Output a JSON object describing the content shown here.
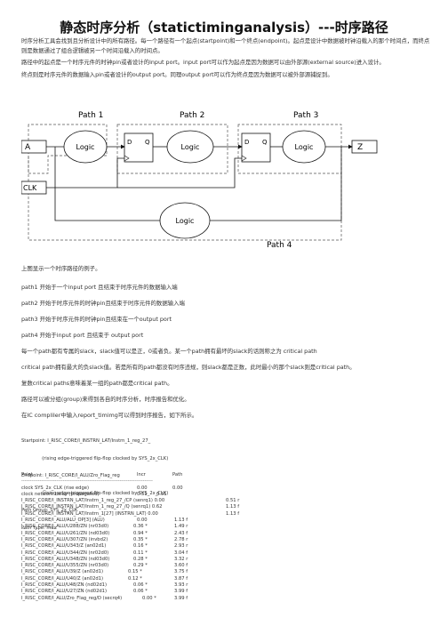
{
  "title": "静态时序分析（statictiminganalysis）---时序路径",
  "intro": "时序分析工具会找到且分析设计中的所有路径。每一个路径有一个起点(startpoint)和一个终点(endpoint)。起点是设计中数据被时钟沿载入的那个时间点，而终点则是数据通过了组合逻辑被另一个时间沿载入的时间点。",
  "para1": "路径中的起点是一个时序元件的时钟pin或者设计的input port。input port可以作为起点是因为数据可以由外部源(external source)进入设计。",
  "para2": "终点则是时序元件的数据输入pin或者设计的output port。同理output port可以作为终点是因为数据可以被外部源捕捉到。",
  "diagram": {
    "path_labels": [
      "Path 1",
      "Path 2",
      "Path 3",
      "Path 4"
    ],
    "port_a": "A",
    "port_z": "Z",
    "clk": "CLK",
    "logic": "Logic",
    "ff_d": "D",
    "ff_q": "Q"
  },
  "caption": "上图显示一个时序路径的例子。",
  "bullets": [
    "path1 开始于一个input port 且结束于时序元件的数据输入端",
    "path2 开始于时序元件的时钟pin且结束于时序元件的数据输入端",
    "path3 开始于时序元件的时钟pin且结束在一个output port",
    "path4 开始于input port 且结束于 output port"
  ],
  "para3": "每一个path都有专属的slack，slack值可以是正，0或者负。某一个path拥有最坏的slack的话则称之为 critical path",
  "para4": "critical path拥有最大的负slack值。若是所有的path都没有时序违规，则slack都是正数，此时最小的那个slack则是critical path。",
  "para5": "复数critical paths意味着某一组的path都是critical path。",
  "para6": "路径可以被分组(group)来得到各自的时序分析，时序报告和优化。",
  "para7": "在IC compliler中输入report_timimg可以得到时序报告，如下所示。",
  "report_header": [
    "Startpoint: I_RISC_CORE/I_INSTRN_LAT/Instrn_1_reg_27_",
    "              (rising edge-triggered flip-flop clocked by SYS_2x_CLK)",
    "Endpoint: I_RISC_CORE/I_ALU/Zro_Flag_reg",
    "              (rising edge-triggered flip-flop clocked by SYS_2x_CLK)",
    "Path Group: SYS_2x_CLK",
    "Path Type: max"
  ],
  "table_head": {
    "point": "Point",
    "incr": "Incr",
    "path": "Path"
  },
  "rule": "-------------------------------------------------------------------------------",
  "rows": [
    [
      "clock SYS_2x_CLK (rise edge)",
      "0.00",
      "0.00"
    ],
    [
      "clock network delay (propagated)",
      "0.51",
      "0.51"
    ],
    [
      "I_RISC_CORE/I_INSTRN_LAT/Instrn_1_reg_27_/CP (senrq1) 0.00",
      "",
      "0.51 r"
    ],
    [
      "I_RISC_CORE/I_INSTRN_LAT/Instrn_1_reg_27_/Q (senrq1)  0.62",
      "",
      "1.13 f"
    ],
    [
      "I_RISC_CORE/I_INSTRN_LAT/Instrn_1[27] (INSTRN_LAT)   0.00",
      "",
      "1.13 f"
    ],
    [
      "I_RISC_CORE/I_ALU/ALU_OP[3] (ALU)",
      "0.00",
      "1.13 f"
    ],
    [
      "I_RISC_CORE/I_ALU/U288/ZN (nr03d0)",
      "0.36 *",
      "1.49 r"
    ],
    [
      "I_RISC_CORE/I_ALU/U261/ZN (nd03d0)",
      "0.94 *",
      "2.43 f"
    ],
    [
      "I_RISC_CORE/I_ALU/U307/ZN (invbd2)",
      "0.35 *",
      "2.78 r"
    ],
    [
      "I_RISC_CORE/I_ALU/U343/Z (an02d1)",
      "0.16 *",
      "2.93 r"
    ],
    [
      "I_RISC_CORE/I_ALU/U344/ZN (nr02d0)",
      "0.11 *",
      "3.04 f"
    ],
    [
      "I_RISC_CORE/I_ALU/U348/ZN (nd03d0)",
      "0.28 *",
      "3.32 r"
    ],
    [
      "I_RISC_CORE/I_ALU/U355/ZN (nr03d0)",
      "0.29 *",
      "3.60 f"
    ],
    [
      "I_RISC_CORE/I_ALU/U39/Z (an02d1)",
      "0.15 *",
      "3.75 f"
    ],
    [
      "I_RISC_CORE/I_ALU/U40/Z (an02d1)",
      "0.12 *",
      "3.87 f"
    ],
    [
      "I_RISC_CORE/I_ALU/U48/ZN (nd02d1)",
      "0.06 *",
      "3.93 r"
    ],
    [
      "I_RISC_CORE/I_ALU/U27/ZN (nd02d1)",
      "0.06 *",
      "3.99 f"
    ],
    [
      "I_RISC_CORE/I_ALU/Zro_Flag_reg/D (secrq4)",
      "0.00 *",
      "3.99 f"
    ]
  ]
}
